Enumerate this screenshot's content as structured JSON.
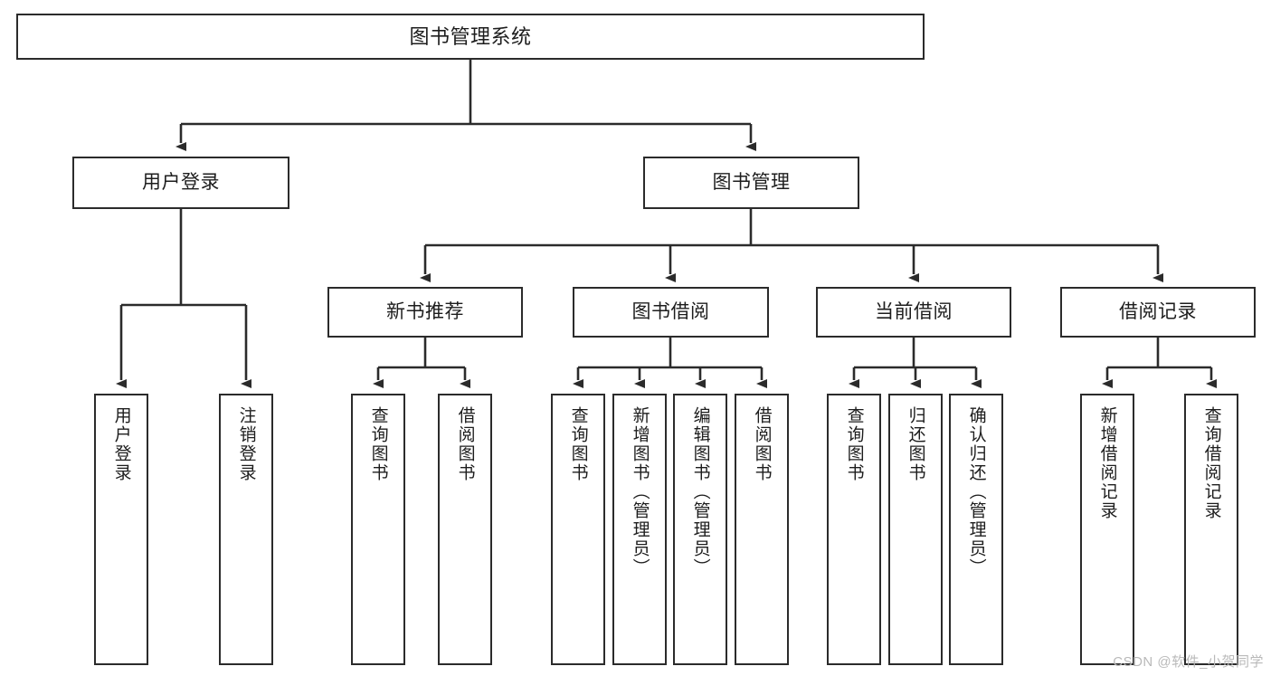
{
  "diagram": {
    "title": "图书管理系统",
    "watermark": "CSDN @软件_小贺同学",
    "colors": {
      "stroke": "#2b2b2b",
      "background": "#ffffff",
      "text": "#1d1d1d",
      "watermark": "#b9b9b9"
    },
    "root": {
      "label": "图书管理系统"
    },
    "level1": [
      {
        "id": "user-login",
        "label": "用户登录"
      },
      {
        "id": "book-management",
        "label": "图书管理"
      }
    ],
    "level2": [
      {
        "id": "new-book-recommend",
        "label": "新书推荐",
        "parent": "book-management"
      },
      {
        "id": "book-borrow",
        "label": "图书借阅",
        "parent": "book-management"
      },
      {
        "id": "current-borrow",
        "label": "当前借阅",
        "parent": "book-management"
      },
      {
        "id": "borrow-record",
        "label": "借阅记录",
        "parent": "book-management"
      }
    ],
    "leaves": [
      {
        "id": "leaf-user-login",
        "label": "用户登录",
        "parent": "user-login"
      },
      {
        "id": "leaf-logout",
        "label": "注销登录",
        "parent": "user-login"
      },
      {
        "id": "leaf-query-book-1",
        "label": "查询图书",
        "parent": "new-book-recommend"
      },
      {
        "id": "leaf-borrow-book-1",
        "label": "借阅图书",
        "parent": "new-book-recommend"
      },
      {
        "id": "leaf-query-book-2",
        "label": "查询图书",
        "parent": "book-borrow"
      },
      {
        "id": "leaf-add-book",
        "label": "新增图书（管理员）",
        "parent": "book-borrow"
      },
      {
        "id": "leaf-edit-book",
        "label": "编辑图书（管理员）",
        "parent": "book-borrow"
      },
      {
        "id": "leaf-borrow-book-2",
        "label": "借阅图书",
        "parent": "book-borrow"
      },
      {
        "id": "leaf-query-book-3",
        "label": "查询图书",
        "parent": "current-borrow"
      },
      {
        "id": "leaf-return-book",
        "label": "归还图书",
        "parent": "current-borrow"
      },
      {
        "id": "leaf-confirm-return",
        "label": "确认归还（管理员）",
        "parent": "current-borrow"
      },
      {
        "id": "leaf-add-record",
        "label": "新增借阅记录",
        "parent": "borrow-record"
      },
      {
        "id": "leaf-query-record",
        "label": "查询借阅记录",
        "parent": "borrow-record"
      }
    ]
  }
}
